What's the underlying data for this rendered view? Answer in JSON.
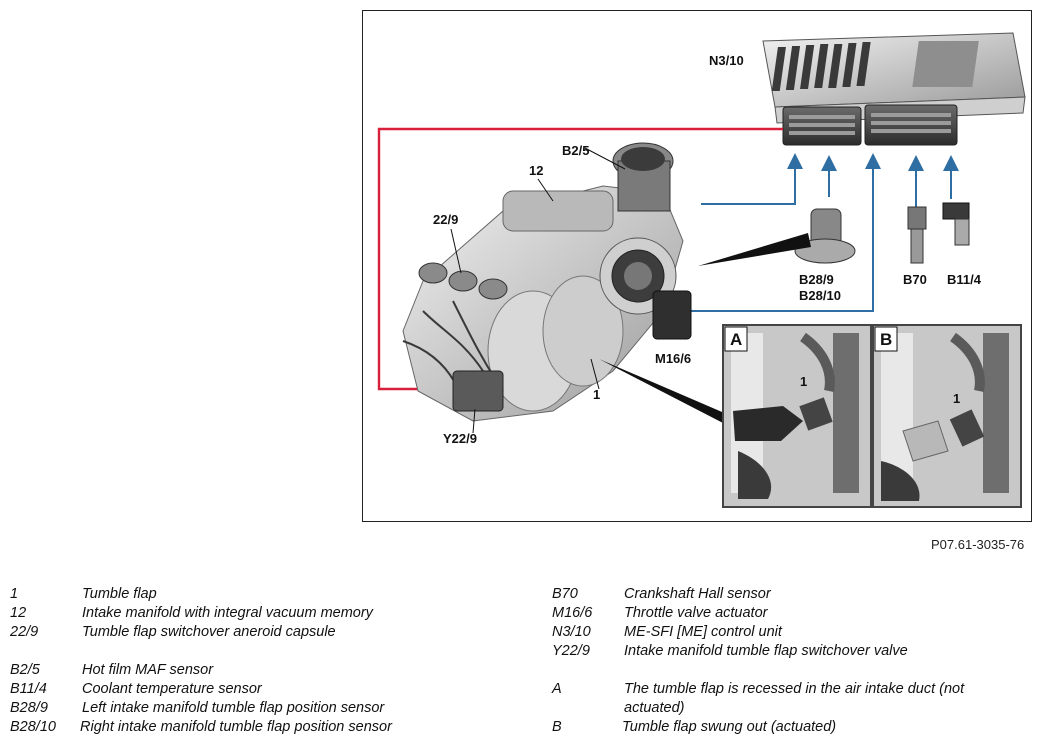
{
  "figure": {
    "reference": "P07.61-3035-76",
    "callouts": {
      "n3_10": "N3/10",
      "b2_5": "B2/5",
      "c12": "12",
      "c22_9": "22/9",
      "b28_9": "B28/9",
      "b28_10": "B28/10",
      "b70": "B70",
      "b11_4": "B11/4",
      "m16_6": "M16/6",
      "c1": "1",
      "y22_9": "Y22/9",
      "inset_a_label": "A",
      "inset_b_label": "B",
      "inset_a_callout": "1",
      "inset_b_callout": "1"
    },
    "colors": {
      "vacuum_line": "#d9203a",
      "signal_line": "#2f6ea3",
      "frame": "#222222"
    }
  },
  "legend_left": [
    {
      "code": "1",
      "desc": "Tumble flap"
    },
    {
      "code": "12",
      "desc": "Intake manifold with integral vacuum memory"
    },
    {
      "code": "22/9",
      "desc": "Tumble flap switchover aneroid capsule"
    },
    {
      "code": "B2/5",
      "desc": "Hot film MAF sensor"
    },
    {
      "code": "B11/4",
      "desc": "Coolant temperature sensor"
    },
    {
      "code": "B28/9",
      "desc": "Left intake manifold tumble flap position sensor"
    },
    {
      "code": "B28/10",
      "desc": "Right intake manifold tumble flap position sensor"
    }
  ],
  "legend_right": [
    {
      "code": "B70",
      "desc": "Crankshaft Hall sensor"
    },
    {
      "code": "M16/6",
      "desc": "Throttle valve actuator"
    },
    {
      "code": "N3/10",
      "desc": "ME-SFI [ME] control unit"
    },
    {
      "code": "Y22/9",
      "desc": "Intake manifold tumble flap switchover valve"
    },
    {
      "code": "A",
      "desc": "The tumble flap is recessed in the air intake duct (not",
      "desc2": "actuated)"
    },
    {
      "code": "B",
      "desc": "Tumble flap swung out (actuated)"
    }
  ]
}
